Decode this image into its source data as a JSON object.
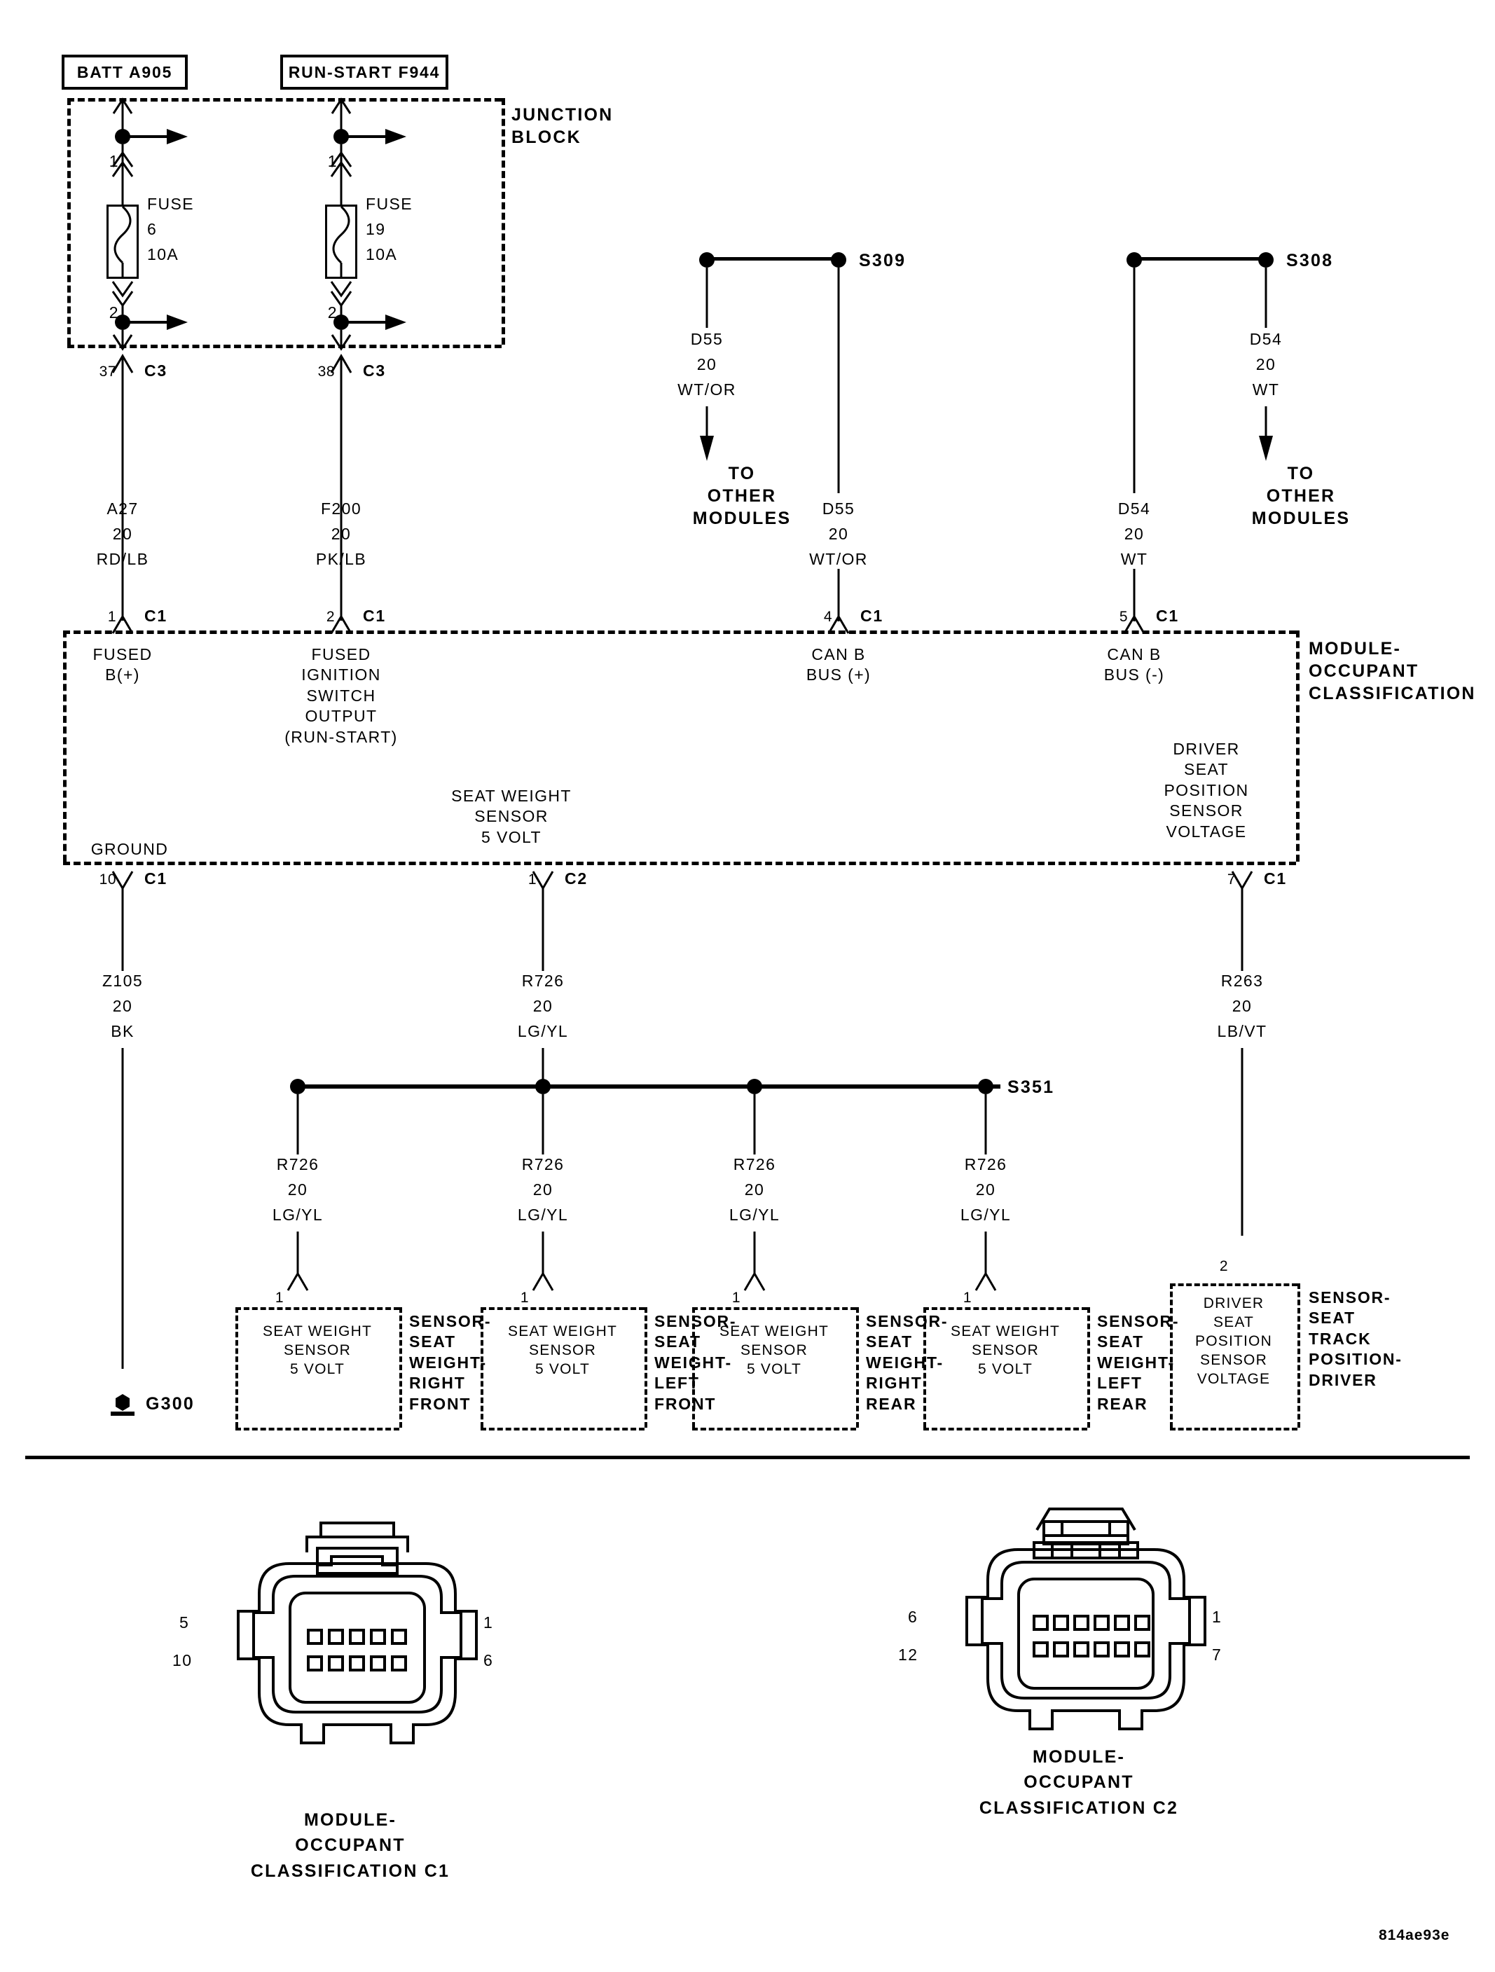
{
  "diagram": {
    "code": "814ae93e",
    "junction_block_label": "JUNCTION\nBLOCK",
    "module_label": "MODULE-\nOCCUPANT\nCLASSIFICATION"
  },
  "sources": [
    {
      "name": "BATT A905"
    },
    {
      "name": "RUN-START F944"
    }
  ],
  "fuses": [
    {
      "pin_top": "1",
      "pin_bottom": "2",
      "title": "FUSE",
      "number": "6",
      "rating": "10A"
    },
    {
      "pin_top": "1",
      "pin_bottom": "2",
      "title": "FUSE",
      "number": "19",
      "rating": "10A"
    }
  ],
  "c3_connectors": [
    {
      "pin": "37",
      "name": "C3"
    },
    {
      "pin": "38",
      "name": "C3"
    }
  ],
  "power_wires": [
    {
      "circuit": "A27",
      "gauge": "20",
      "color": "RD/LB"
    },
    {
      "circuit": "F200",
      "gauge": "20",
      "color": "PK/LB"
    }
  ],
  "splices": [
    {
      "name": "S309",
      "circuit": "D55",
      "gauge": "20",
      "color": "WT/OR"
    },
    {
      "name": "S308",
      "circuit": "D54",
      "gauge": "20",
      "color": "WT"
    }
  ],
  "to_other_modules": "TO\nOTHER\nMODULES",
  "bus_wires": [
    {
      "circuit": "D55",
      "gauge": "20",
      "color": "WT/OR"
    },
    {
      "circuit": "D54",
      "gauge": "20",
      "color": "WT"
    }
  ],
  "module_top_pins": [
    {
      "pin": "1",
      "conn": "C1",
      "func": "FUSED\nB(+)"
    },
    {
      "pin": "2",
      "conn": "C1",
      "func": "FUSED\nIGNITION\nSWITCH\nOUTPUT\n(RUN-START)"
    },
    {
      "pin": "4",
      "conn": "C1",
      "func": "CAN B\nBUS (+)"
    },
    {
      "pin": "5",
      "conn": "C1",
      "func": "CAN B\nBUS (-)"
    }
  ],
  "module_inner_labels": [
    {
      "text": "GROUND"
    },
    {
      "text": "SEAT WEIGHT\nSENSOR\n5 VOLT"
    },
    {
      "text": "DRIVER\nSEAT\nPOSITION\nSENSOR\nVOLTAGE"
    }
  ],
  "module_bottom_pins": [
    {
      "pin": "10",
      "conn": "C1"
    },
    {
      "pin": "1",
      "conn": "C2"
    },
    {
      "pin": "7",
      "conn": "C1"
    }
  ],
  "bottom_wires": [
    {
      "circuit": "Z105",
      "gauge": "20",
      "color": "BK"
    },
    {
      "circuit": "R726",
      "gauge": "20",
      "color": "LG/YL"
    },
    {
      "circuit": "R263",
      "gauge": "20",
      "color": "LB/VT"
    }
  ],
  "sensor_bus": {
    "splice_name": "S351",
    "branches": [
      {
        "circuit": "R726",
        "gauge": "20",
        "color": "LG/YL"
      },
      {
        "circuit": "R726",
        "gauge": "20",
        "color": "LG/YL"
      },
      {
        "circuit": "R726",
        "gauge": "20",
        "color": "LG/YL"
      },
      {
        "circuit": "R726",
        "gauge": "20",
        "color": "LG/YL"
      }
    ]
  },
  "ground": {
    "name": "G300"
  },
  "sensors": [
    {
      "pin": "1",
      "inner": "SEAT WEIGHT\nSENSOR\n5 VOLT",
      "name": "SENSOR-\nSEAT\nWEIGHT-\nRIGHT\nFRONT"
    },
    {
      "pin": "1",
      "inner": "SEAT WEIGHT\nSENSOR\n5 VOLT",
      "name": "SENSOR-\nSEAT\nWEIGHT-\nLEFT\nFRONT"
    },
    {
      "pin": "1",
      "inner": "SEAT WEIGHT\nSENSOR\n5 VOLT",
      "name": "SENSOR-\nSEAT\nWEIGHT-\nRIGHT\nREAR"
    },
    {
      "pin": "1",
      "inner": "SEAT WEIGHT\nSENSOR\n5 VOLT",
      "name": "SENSOR-\nSEAT\nWEIGHT-\nLEFT\nREAR"
    }
  ],
  "position_sensor": {
    "pin": "2",
    "inner": "DRIVER\nSEAT\nPOSITION\nSENSOR\nVOLTAGE",
    "name": "SENSOR-\nSEAT\nTRACK\nPOSITION-\nDRIVER"
  },
  "connectors": [
    {
      "id": "c1",
      "caption": "MODULE-\nOCCUPANT\nCLASSIFICATION C1",
      "left_top": "5",
      "left_bottom": "10",
      "right_top": "1",
      "right_bottom": "6",
      "cols": 5,
      "rows": 2
    },
    {
      "id": "c2",
      "caption": "MODULE-\nOCCUPANT\nCLASSIFICATION C2",
      "left_top": "6",
      "left_bottom": "12",
      "right_top": "1",
      "right_bottom": "7",
      "cols": 6,
      "rows": 2
    }
  ]
}
